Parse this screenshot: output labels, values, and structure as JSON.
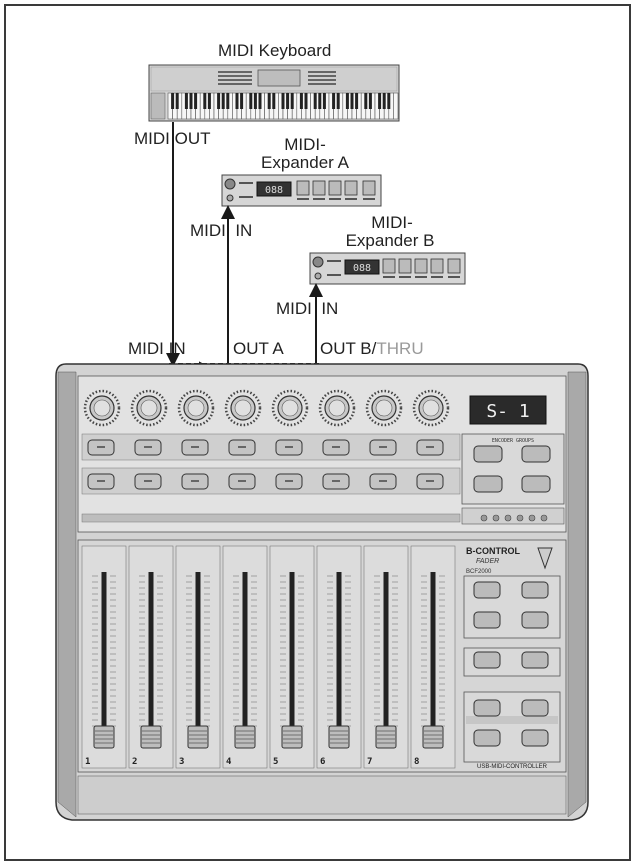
{
  "labels": {
    "keyboard": "MIDI Keyboard",
    "keyboard_out": "MIDI OUT",
    "expander_a_line1": "MIDI-",
    "expander_a_line2": "Expander A",
    "expander_a_in": "MIDI  IN",
    "expander_b_line1": "MIDI-",
    "expander_b_line2": "Expander B",
    "expander_b_in": "MIDI  IN",
    "controller_in": "MIDI IN",
    "out_a": "OUT A",
    "out_b": "OUT B/",
    "thru": "THRU"
  },
  "controller": {
    "display": "S- 1",
    "brand": "B-CONTROL",
    "sub_brand": "FADER",
    "model": "BCF2000",
    "footer": "USB-MIDI-CONTROLLER",
    "encoder_groups_label": "ENCODER GROUPS",
    "channel_numbers": [
      "1",
      "2",
      "3",
      "4",
      "5",
      "6",
      "7",
      "8"
    ]
  },
  "expander_displays": {
    "a": "088",
    "b": "088"
  },
  "colors": {
    "device_body": "#d6d6d6",
    "line": "#1a1a1a",
    "thru_text": "#9a9a9a"
  }
}
